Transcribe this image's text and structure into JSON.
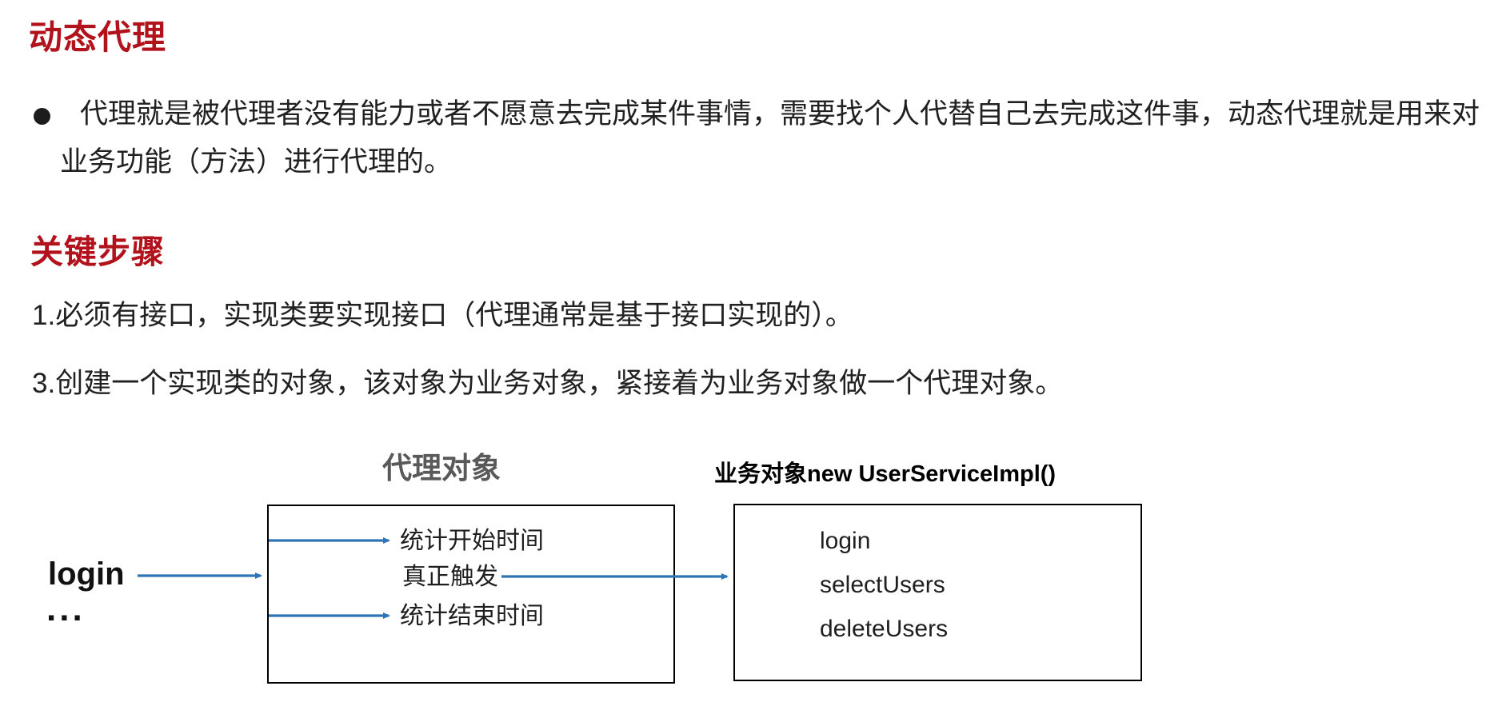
{
  "doc": {
    "title": "动态代理",
    "bullet": {
      "lines": [
        "代理就是被代理者没有能力或者不愿意去完成某件事情，需要找个人代替自己去完成这件事，动态代理就是用来对",
        "业务功能（方法）进行代理的。"
      ]
    },
    "section2_title": "关键步骤",
    "steps": [
      "1.必须有接口，实现类要实现接口（代理通常是基于接口实现的）。",
      "3.创建一个实现类的对象，该对象为业务对象，紧接着为业务对象做一个代理对象。"
    ]
  },
  "diagram": {
    "proxy_box_label": "代理对象",
    "service_box_label": "业务对象new UserServiceImpl()",
    "caller": {
      "method": "login",
      "ellipsis": "..."
    },
    "proxy_box_items": [
      "统计开始时间",
      "真正触发",
      "统计结束时间"
    ],
    "service_box_methods": [
      "login",
      "selectUsers",
      "deleteUsers"
    ],
    "colors": {
      "heading_red": "#b2121b",
      "gray_label": "#595959",
      "arrow_blue": "#2e75b6",
      "box_border": "#000000"
    }
  }
}
